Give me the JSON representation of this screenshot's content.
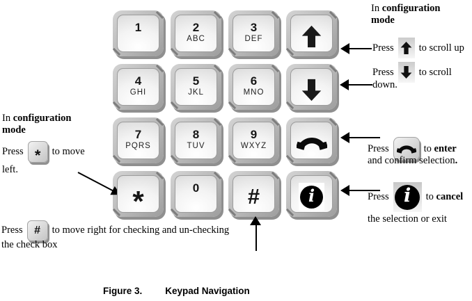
{
  "colors": {
    "background": "#ffffff",
    "key_gray": "#b7b7b7",
    "key_shadow": "#8f8f8f",
    "text": "#000000"
  },
  "keypad": {
    "keys": [
      {
        "name": "key-1",
        "label": "1",
        "sub": ""
      },
      {
        "name": "key-2",
        "label": "2",
        "sub": "ABC"
      },
      {
        "name": "key-3",
        "label": "3",
        "sub": "DEF"
      },
      {
        "name": "key-scroll-up",
        "icon": "up-arrow-icon"
      },
      {
        "name": "key-4",
        "label": "4",
        "sub": "GHI"
      },
      {
        "name": "key-5",
        "label": "5",
        "sub": "JKL"
      },
      {
        "name": "key-6",
        "label": "6",
        "sub": "MNO"
      },
      {
        "name": "key-scroll-down",
        "icon": "down-arrow-icon"
      },
      {
        "name": "key-7",
        "label": "7",
        "sub": "PQRS"
      },
      {
        "name": "key-8",
        "label": "8",
        "sub": "TUV"
      },
      {
        "name": "key-9",
        "label": "9",
        "sub": "WXYZ"
      },
      {
        "name": "key-enter",
        "icon": "phone-handset-icon"
      },
      {
        "name": "key-star",
        "label": "*",
        "sub": ""
      },
      {
        "name": "key-0",
        "label": "0",
        "sub": ""
      },
      {
        "name": "key-hash",
        "label": "#",
        "sub": ""
      },
      {
        "name": "key-info",
        "icon": "info-icon"
      }
    ]
  },
  "icons": {
    "up-arrow-icon": "thick black arrow pointing up",
    "down-arrow-icon": "thick black arrow pointing down",
    "phone-handset-icon": "black telephone handset lying horizontally",
    "info-icon": "black circle containing italic letter i on white square"
  },
  "annotations": {
    "mode_note_right": {
      "prefix": "In ",
      "bold_line1": "configuration",
      "bold_line2": "mode"
    },
    "scroll_up": {
      "press": "Press",
      "rest": "to scroll up"
    },
    "scroll_down": {
      "press": "Press",
      "rest": "to scroll",
      "line2": "down."
    },
    "enter_note": {
      "press": "Press",
      "to_word": "to ",
      "bold_word": "enter",
      "line2": "and confirm selection",
      "line2_bold": "."
    },
    "cancel_note": {
      "press": "Press",
      "to_word": "to ",
      "bold_word": "cancel",
      "line2": "the selection or exit"
    },
    "mode_note_left": {
      "prefix": "In ",
      "bold_line1": "configuration",
      "bold_line2": "mode"
    },
    "move_left": {
      "press": "Press",
      "key_label": "*",
      "rest": "to move",
      "line2": "left."
    },
    "move_right": {
      "press": "Press",
      "key_label": "#",
      "rest": "to move right for checking and un-checking",
      "line2": "the check box"
    }
  },
  "caption": {
    "label": "Figure 3.",
    "title": "Keypad Navigation"
  }
}
